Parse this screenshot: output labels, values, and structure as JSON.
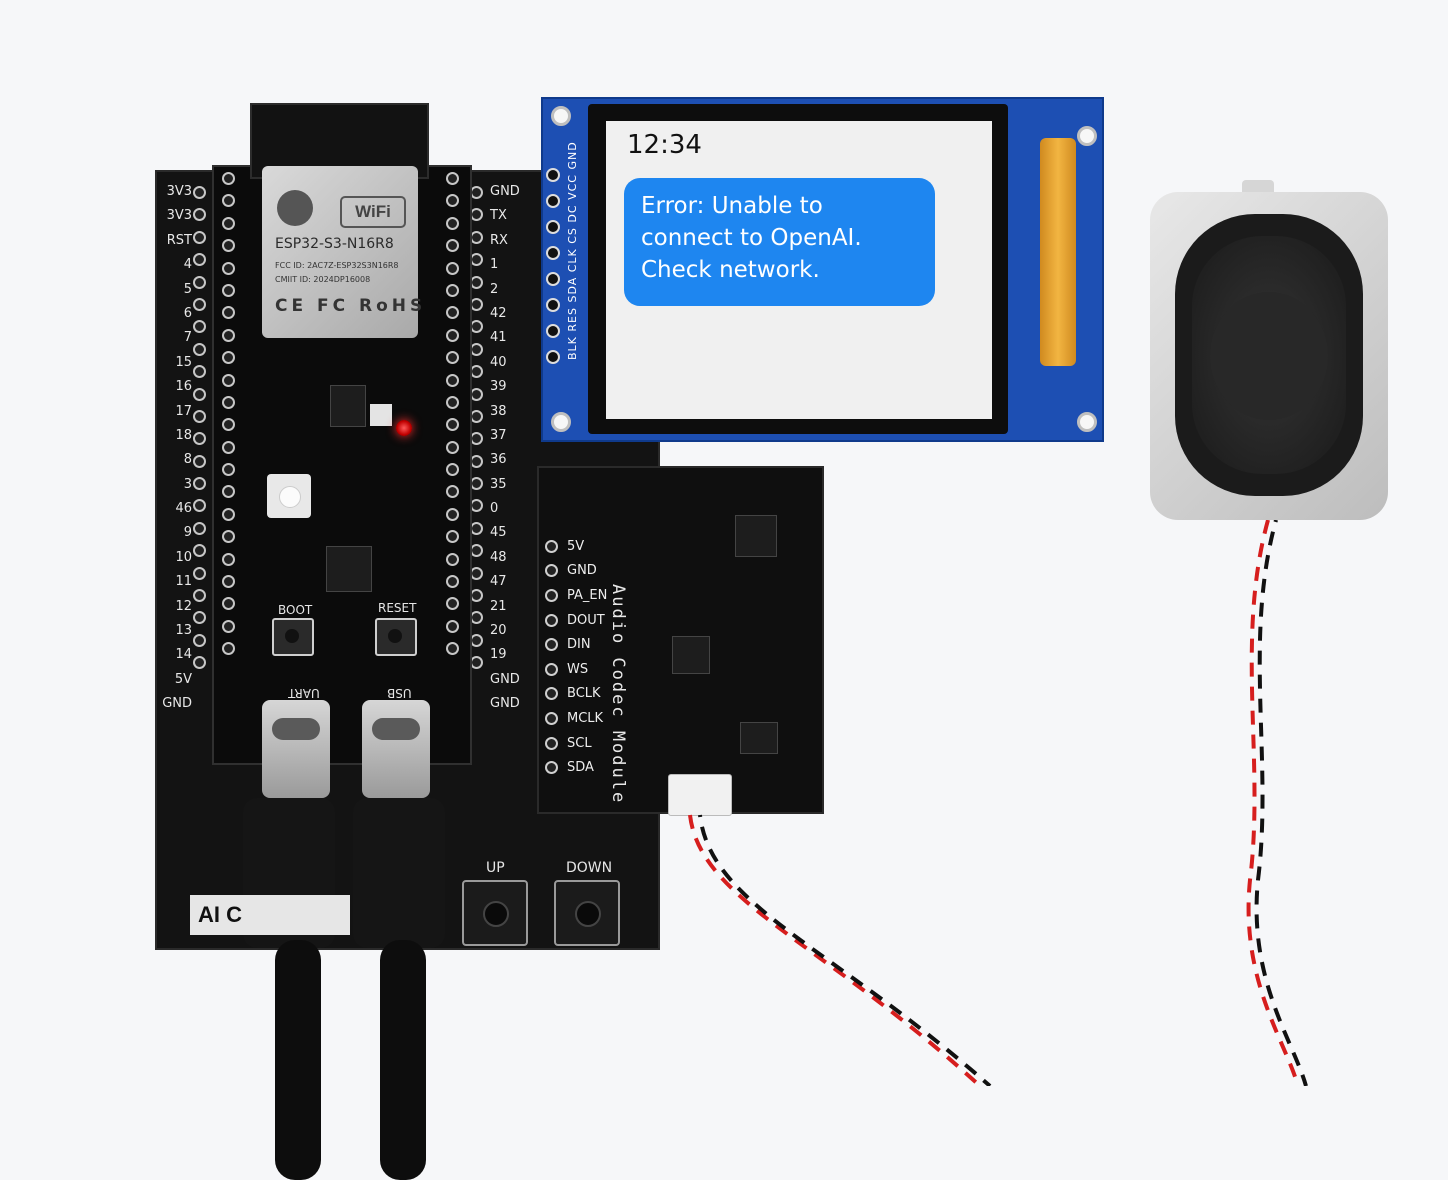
{
  "display": {
    "time": "12:34",
    "message_lines": [
      "Error: Unable to",
      "connect to OpenAI.",
      "Check network."
    ],
    "pin_labels": "BLK RES SDA CLK CS DC VCC GND",
    "bubble_color": "#1e86f0"
  },
  "esp_module": {
    "model": "ESP32-S3-N16R8",
    "wifi": "WiFi",
    "fcc": "FCC ID: 2AC7Z-ESP32S3N16R8",
    "cmiit": "CMIIT ID: 2024DP16008",
    "certs": "CE FC RoHS"
  },
  "carrier": {
    "left_pins": [
      "3V3",
      "3V3",
      "RST",
      "4",
      "5",
      "6",
      "7",
      "15",
      "16",
      "17",
      "18",
      "8",
      "3",
      "46",
      "9",
      "10",
      "11",
      "12",
      "13",
      "14",
      "5V",
      "GND"
    ],
    "right_pins": [
      "GND",
      "TX",
      "RX",
      "1",
      "2",
      "42",
      "41",
      "40",
      "39",
      "38",
      "37",
      "36",
      "35",
      "0",
      "45",
      "48",
      "47",
      "21",
      "20",
      "19",
      "GND",
      "GND"
    ],
    "boot_label": "BOOT",
    "reset_label": "RESET",
    "usb1_label": "UART",
    "usb2_label": "USB",
    "up_label": "UP",
    "down_label": "DOWN",
    "label_text": "AI C"
  },
  "codec": {
    "pins": [
      "5V",
      "GND",
      "PA_EN",
      "DOUT",
      "DIN",
      "WS",
      "BCLK",
      "MCLK",
      "SCL",
      "SDA"
    ],
    "title": "Audio Codec Module"
  },
  "colors": {
    "display_pcb": "#1d4fb3",
    "led": "#ff2a2a",
    "board": "#131313"
  }
}
